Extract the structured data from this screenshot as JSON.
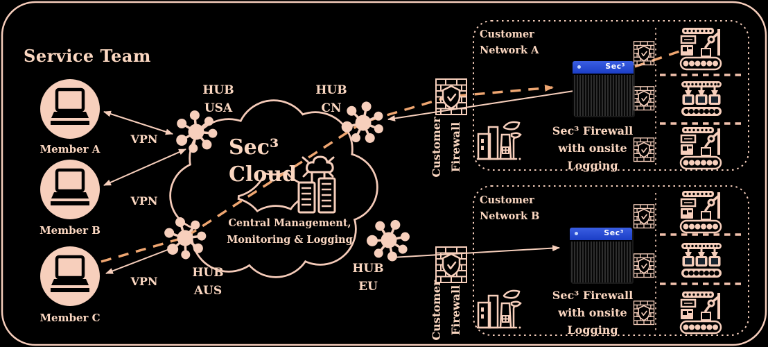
{
  "colors": {
    "background": "#000000",
    "pink": "#f7cfbc",
    "pink_text": "#fbd7c1",
    "orange_dash": "#efa671",
    "device_blue": "#2b4fd6",
    "device_logo_white": "#ffffff"
  },
  "icons": {
    "laptop-icon": "laptop in filled circle",
    "hub-icon": "star hub node",
    "cloud-icon": "cloud outline",
    "server-icon": "two server racks with small cloud",
    "firewall-brick-icon": "brick wall with shield and check",
    "factory-icon": "eco factory with leaves",
    "machine-robot-icon": "robotic assembly machine with conveyor",
    "machine-filling-icon": "filling machine with three containers"
  },
  "service_team": {
    "title": "Service Team",
    "members": [
      {
        "label": "Member A"
      },
      {
        "label": "Member B"
      },
      {
        "label": "Member C"
      }
    ],
    "vpn_label": "VPN"
  },
  "hubs": [
    {
      "line1": "HUB",
      "line2": "USA"
    },
    {
      "line1": "HUB",
      "line2": "CN"
    },
    {
      "line1": "HUB",
      "line2": "AUS"
    },
    {
      "line1": "HUB",
      "line2": "EU"
    }
  ],
  "cloud": {
    "name_line1": "Sec³",
    "name_line2": "Cloud",
    "subtitle_line1": "Central Management,",
    "subtitle_line2": "Monitoring & Logging"
  },
  "networks": [
    {
      "title_line1": "Customer",
      "title_line2": "Network A",
      "firewall_label_line1": "Customer",
      "firewall_label_line2": "Firewall",
      "device_logo": "Sec³",
      "caption_line1": "Sec³ Firewall",
      "caption_line2": "with onsite",
      "caption_line3": "Logging"
    },
    {
      "title_line1": "Customer",
      "title_line2": "Network B",
      "firewall_label_line1": "Customer",
      "firewall_label_line2": "Firewall",
      "device_logo": "Sec³",
      "caption_line1": "Sec³ Firewall",
      "caption_line2": "with onsite",
      "caption_line3": "Logging"
    }
  ]
}
